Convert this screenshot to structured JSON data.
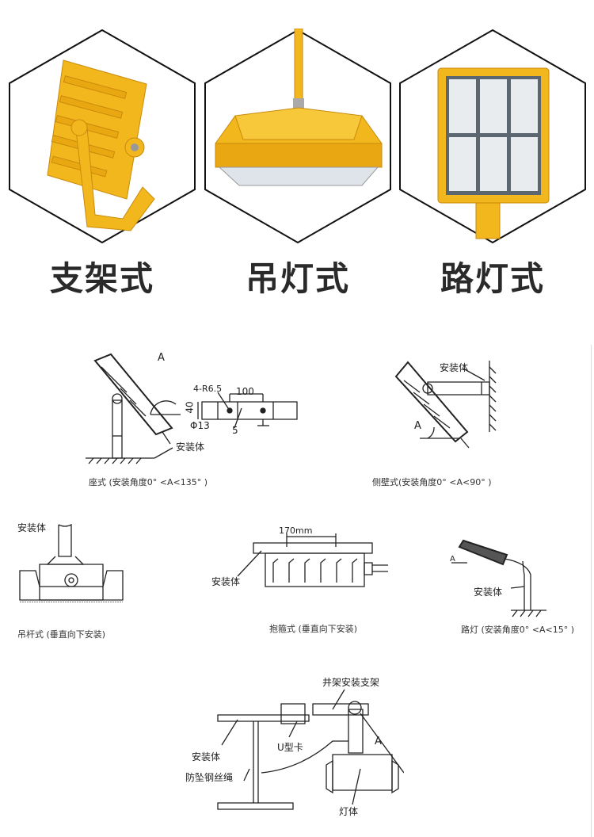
{
  "products": [
    {
      "label": "支架式",
      "icon": "bracket-mount-lamp-icon"
    },
    {
      "label": "吊灯式",
      "icon": "pendant-lamp-icon"
    },
    {
      "label": "路灯式",
      "icon": "street-lamp-icon"
    }
  ],
  "diagrams": {
    "seat": {
      "caption": "座式 (安装角度0° <A<135° )",
      "mount_label": "安装体",
      "angle_label": "A",
      "dim_holes": "4-R6.5",
      "dim_spacing": "100",
      "dim_height": "40",
      "dim_diameter": "Φ13",
      "dim_offset": "5"
    },
    "wall": {
      "caption": "侧壁式(安装角度0° <A<90° )",
      "mount_label": "安装体",
      "angle_label": "A"
    },
    "rod": {
      "caption": "吊杆式 (垂直向下安装)",
      "mount_label": "安装体"
    },
    "clamp": {
      "caption": "抱箍式 (垂直向下安装)",
      "mount_label": "安装体",
      "dim_spacing": "170mm"
    },
    "street": {
      "caption": "路灯 (安装角度0° <A<15° )",
      "mount_label": "安装体",
      "angle_label": "A"
    },
    "frame": {
      "bracket_label": "井架安装支架",
      "ubolt_label": "U型卡",
      "mount_label": "安装体",
      "rope_label": "防坠钢丝绳",
      "lamp_label": "灯体",
      "angle_label": "A"
    }
  },
  "colors": {
    "lamp_yellow": "#f2b71c",
    "lamp_dark": "#c98a0c",
    "outline": "#222222"
  }
}
